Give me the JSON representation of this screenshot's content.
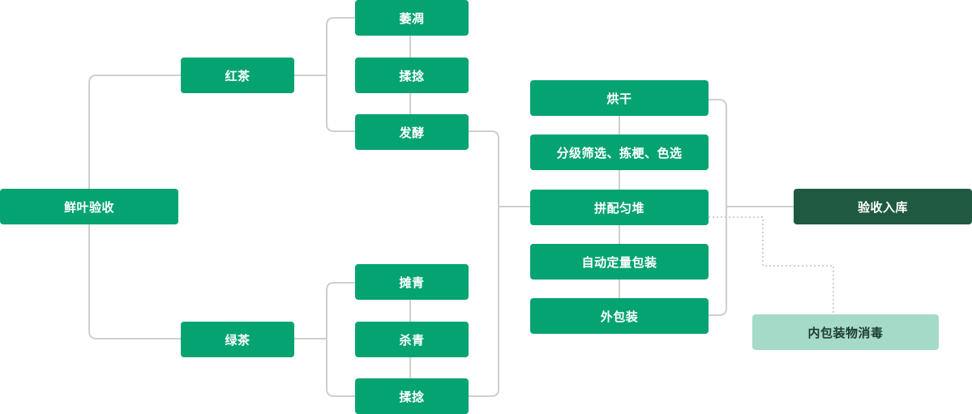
{
  "root": {
    "label": "鲜叶验收"
  },
  "black_tea": {
    "label": "红茶",
    "steps": [
      "萎凋",
      "揉捻",
      "发酵"
    ]
  },
  "green_tea": {
    "label": "绿茶",
    "steps": [
      "摊青",
      "杀青",
      "揉捻"
    ]
  },
  "processing": {
    "steps": [
      "烘干",
      "分级筛选、拣梗、色选",
      "拼配匀堆",
      "自动定量包装",
      "外包装"
    ]
  },
  "storage": {
    "label": "验收入库"
  },
  "disinfection": {
    "label": "内包装物消毒"
  },
  "colors": {
    "node": "#05a372",
    "storage": "#1f5a40",
    "disinfection": "#a5dac9",
    "connector": "#cfcfcf"
  }
}
